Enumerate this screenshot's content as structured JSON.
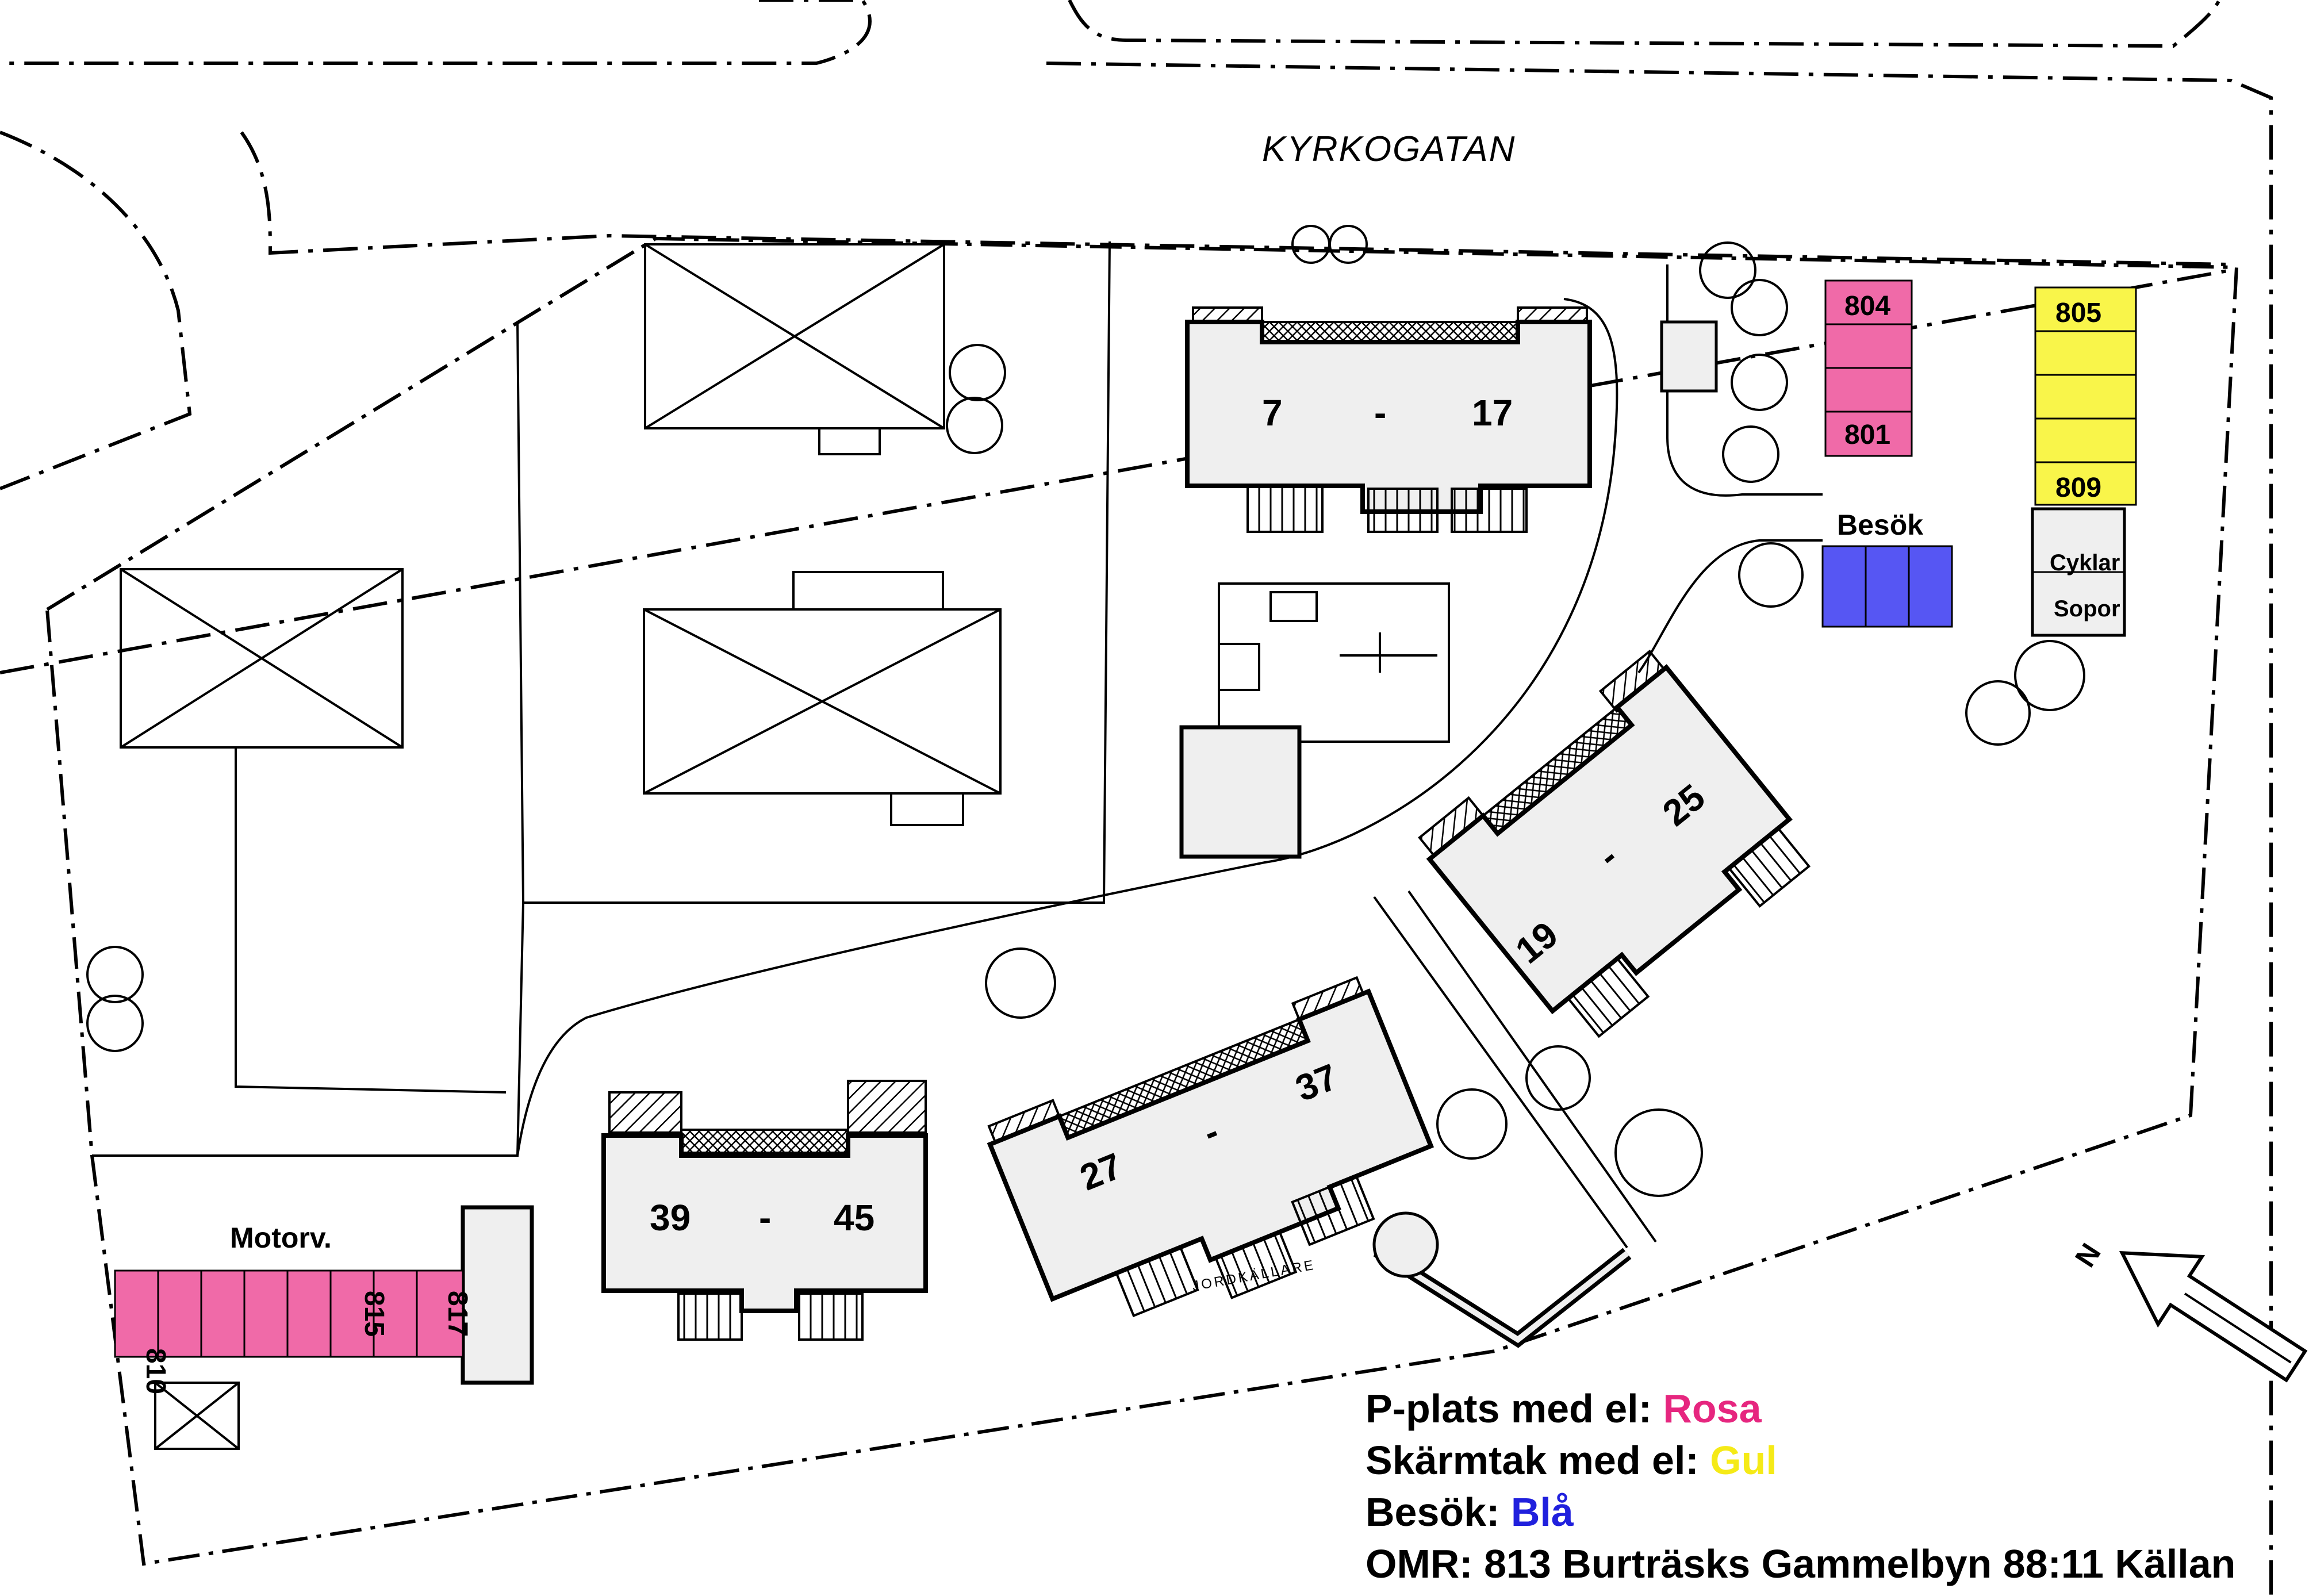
{
  "street": {
    "name": "KYRKOGATAN"
  },
  "buildings": [
    {
      "id": "b7",
      "start": "7",
      "sep": "-",
      "end": "17"
    },
    {
      "id": "b19",
      "start": "19",
      "sep": "-",
      "end": "25"
    },
    {
      "id": "b27",
      "start": "27",
      "sep": "-",
      "end": "37"
    },
    {
      "id": "b39",
      "start": "39",
      "sep": "-",
      "end": "45"
    }
  ],
  "parking": {
    "pink_top": {
      "first": "804",
      "last": "801"
    },
    "yellow": {
      "first": "805",
      "last": "809"
    },
    "visitor_label": "Besök",
    "pink_bottom_label": "Motorv.",
    "pink_bottom_spots": [
      "810",
      "815",
      "817"
    ]
  },
  "facilities": {
    "bikes": "Cyklar",
    "waste": "Sopor"
  },
  "cellar_label": "JORDKÄLLARE",
  "compass": {
    "north_label": "N"
  },
  "legend": {
    "charging_prefix": "P-plats med el: ",
    "charging_color_name": "Rosa",
    "carport_prefix": "Skärmtak med el: ",
    "carport_color_name": "Gul",
    "visitor_prefix": "Besök: ",
    "visitor_color_name": "Blå",
    "area": "OMR: 813 Burträsks Gammelbyn 88:11 Källan"
  },
  "colors": {
    "pink": "#f06aa8",
    "yellow": "#f9f54a",
    "blue": "#5656f3",
    "legend_pink": "#e6267f",
    "legend_yellow": "#f5ea17",
    "legend_blue": "#2020dd",
    "building_fill": "#efefef"
  }
}
